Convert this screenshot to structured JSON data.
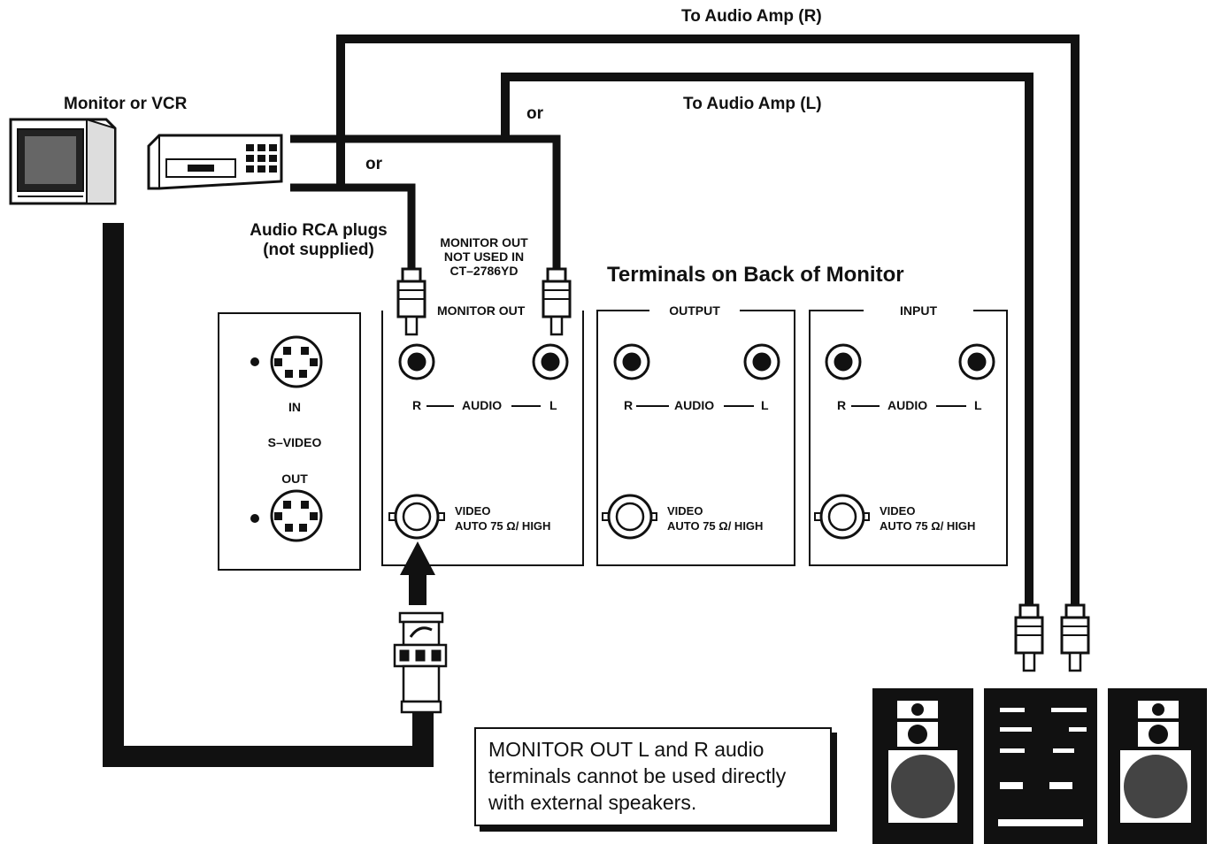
{
  "labels": {
    "amp_right": "To Audio Amp (R)",
    "amp_left": "To Audio Amp (L)",
    "monitor_vcr": "Monitor or VCR",
    "or_top": "or",
    "or_left": "or",
    "rca_plugs_line1": "Audio RCA plugs",
    "rca_plugs_line2": "(not  supplied)",
    "monitor_out_note_1": "MONITOR OUT",
    "monitor_out_note_2": "NOT USED IN",
    "monitor_out_note_3": "CT–2786YD",
    "terminals_title": "Terminals on Back of Monitor"
  },
  "svideo_panel": {
    "in_label": "IN",
    "name": "S–VIDEO",
    "out_label": "OUT"
  },
  "terminal_groups": [
    {
      "header": "MONITOR OUT",
      "audio_r": "R",
      "audio_word": "AUDIO",
      "audio_l": "L",
      "video_1": "VIDEO",
      "video_2": "AUTO 75 Ω/ HIGH"
    },
    {
      "header": "OUTPUT",
      "audio_r": "R",
      "audio_word": "AUDIO",
      "audio_l": "L",
      "video_1": "VIDEO",
      "video_2": "AUTO 75 Ω/ HIGH"
    },
    {
      "header": "INPUT",
      "audio_r": "R",
      "audio_word": "AUDIO",
      "audio_l": "L",
      "video_1": "VIDEO",
      "video_2": "AUTO 75 Ω/ HIGH"
    }
  ],
  "note_box": {
    "line1": "MONITOR OUT L and R  audio",
    "line2": "terminals cannot be used directly",
    "line3": "with external speakers."
  },
  "colors": {
    "ink": "#111111",
    "paper": "#ffffff"
  }
}
